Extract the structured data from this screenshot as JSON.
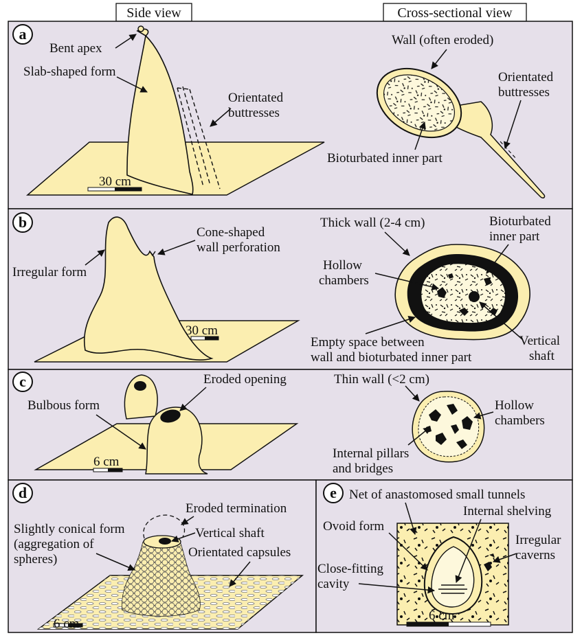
{
  "headers": {
    "side": "Side view",
    "cross": "Cross-sectional view"
  },
  "colors": {
    "background": "#e6e0ea",
    "shape": "#fbeeb0",
    "outline": "#111111"
  },
  "panels": {
    "a": {
      "letter": "a",
      "side": {
        "bent_apex": "Bent apex",
        "slab": "Slab-shaped form",
        "buttresses_1": "Orientated",
        "buttresses_2": "buttresses",
        "scale": "30 cm"
      },
      "cross": {
        "wall": "Wall (often eroded)",
        "buttresses_1": "Orientated",
        "buttresses_2": "buttresses",
        "inner": "Bioturbated inner part"
      }
    },
    "b": {
      "letter": "b",
      "side": {
        "cone_1": "Cone-shaped",
        "cone_2": "wall perforation",
        "irregular": "Irregular form",
        "scale": "30 cm"
      },
      "cross": {
        "thick_wall": "Thick wall (2-4 cm)",
        "bio_1": "Bioturbated",
        "bio_2": "inner part",
        "hollow_1": "Hollow",
        "hollow_2": "chambers",
        "empty_1": "Empty space between",
        "empty_2": "wall and bioturbated inner part",
        "vertical_1": "Vertical",
        "vertical_2": "shaft"
      }
    },
    "c": {
      "letter": "c",
      "side": {
        "eroded_opening": "Eroded opening",
        "bulbous": "Bulbous form",
        "scale": "6 cm"
      },
      "cross": {
        "thin_wall": "Thin wall (<2 cm)",
        "hollow_1": "Hollow",
        "hollow_2": "chambers",
        "pillars_1": "Internal pillars",
        "pillars_2": "and bridges"
      }
    },
    "d": {
      "letter": "d",
      "side": {
        "eroded_term": "Eroded termination",
        "conical_1": "Slightly conical form",
        "conical_2": "(aggregation of",
        "conical_3": "spheres)",
        "vertical": "Vertical shaft",
        "capsules": "Orientated capsules",
        "scale": "6 cm"
      }
    },
    "e": {
      "letter": "e",
      "cross": {
        "net": "Net of anastomosed small tunnels",
        "shelving": "Internal shelving",
        "ovoid": "Ovoid form",
        "irregular_1": "Irregular",
        "irregular_2": "caverns",
        "close_1": "Close-fitting",
        "close_2": "cavity",
        "scale": "6 cm"
      }
    }
  }
}
